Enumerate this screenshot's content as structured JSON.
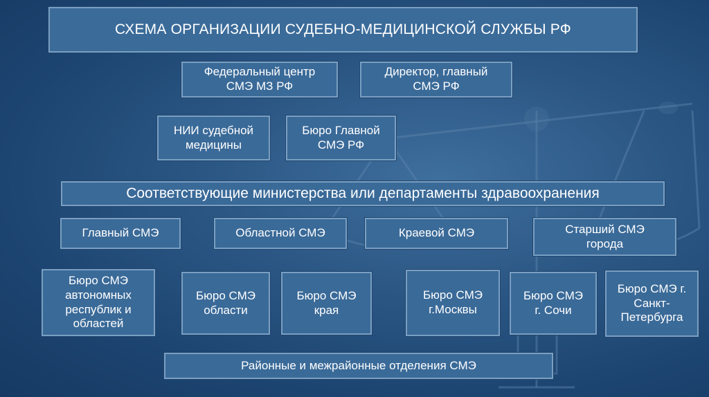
{
  "title": "СХЕМА ОРГАНИЗАЦИИ СУДЕБНО-МЕДИЦИНСКОЙ СЛУЖБЫ РФ",
  "top_row": {
    "federal_center": "Федеральный центр\nСМЭ МЗ РФ",
    "director": "Директор, главный\nСМЭ РФ"
  },
  "second_row": {
    "research_institute": "НИИ судебной\nмедицины",
    "main_bureau": "Бюро Главной\nСМЭ РФ"
  },
  "ministries": "Соответствующие министерства или департаменты здравоохранения",
  "experts": {
    "chief": "Главный СМЭ",
    "regional": "Областной  СМЭ",
    "territorial": "Краевой СМЭ",
    "senior_city": "Старший СМЭ\nгорода"
  },
  "bureaus": {
    "autonomous": "Бюро СМЭ\nавтономных\nреспублик и\nобластей",
    "oblast": "Бюро СМЭ\nобласти",
    "krai": "Бюро СМЭ\nкрая",
    "moscow": "Бюро СМЭ\nг.Москвы",
    "sochi": "Бюро СМЭ\nг. Сочи",
    "spb": "Бюро СМЭ г.\nСанкт-\nПетербурга"
  },
  "district_departments": "Районные и межрайонные отделения СМЭ",
  "colors": {
    "background": "#1d4571",
    "box_fill": "#3a6a98",
    "box_border": "#7a9fc2",
    "text": "#ffffff"
  },
  "icons": [
    "scales-of-justice-icon"
  ]
}
